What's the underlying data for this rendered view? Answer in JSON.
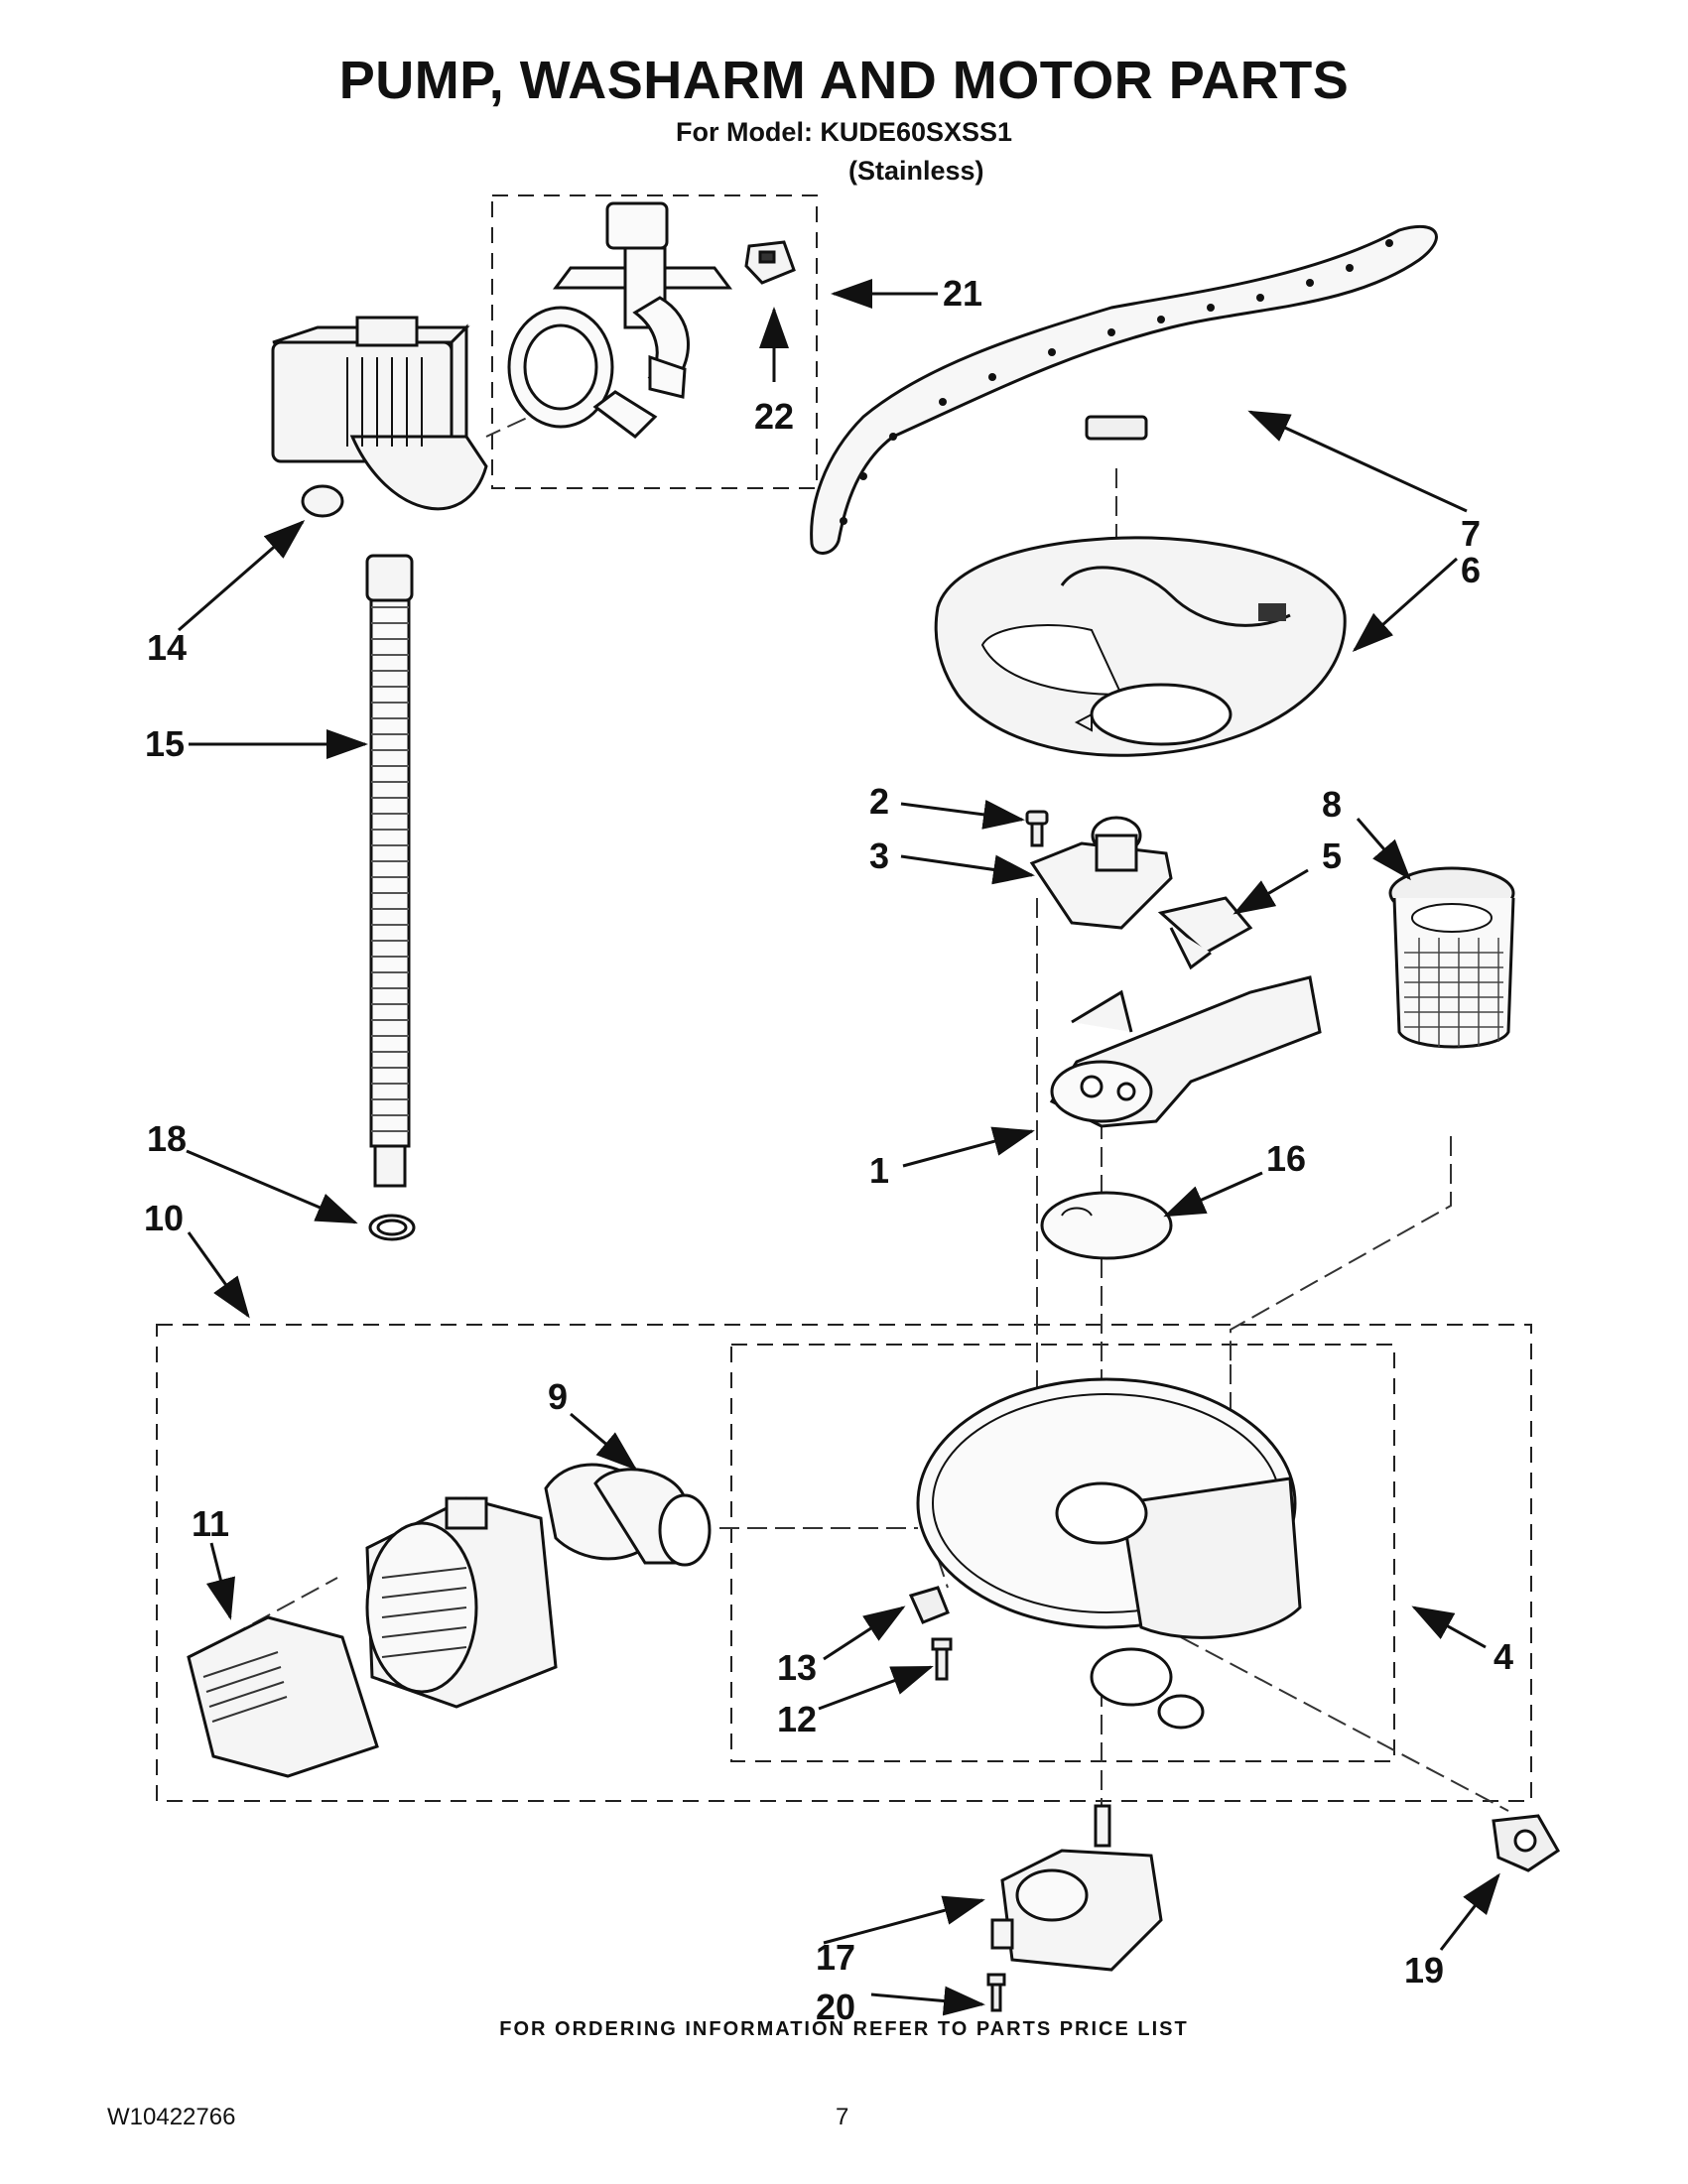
{
  "header": {
    "title": "PUMP, WASHARM AND MOTOR PARTS",
    "model_line": "For Model: KUDE60SXSS1",
    "variant": "(Stainless)"
  },
  "callouts": [
    "21",
    "22",
    "14",
    "7",
    "6",
    "15",
    "2",
    "3",
    "8",
    "5",
    "1",
    "16",
    "18",
    "10",
    "9",
    "11",
    "4",
    "13",
    "12",
    "17",
    "19",
    "20"
  ],
  "footer": {
    "ordering_note": "FOR ORDERING INFORMATION REFER TO PARTS PRICE LIST",
    "document_number": "W10422766",
    "page_number": "7"
  }
}
